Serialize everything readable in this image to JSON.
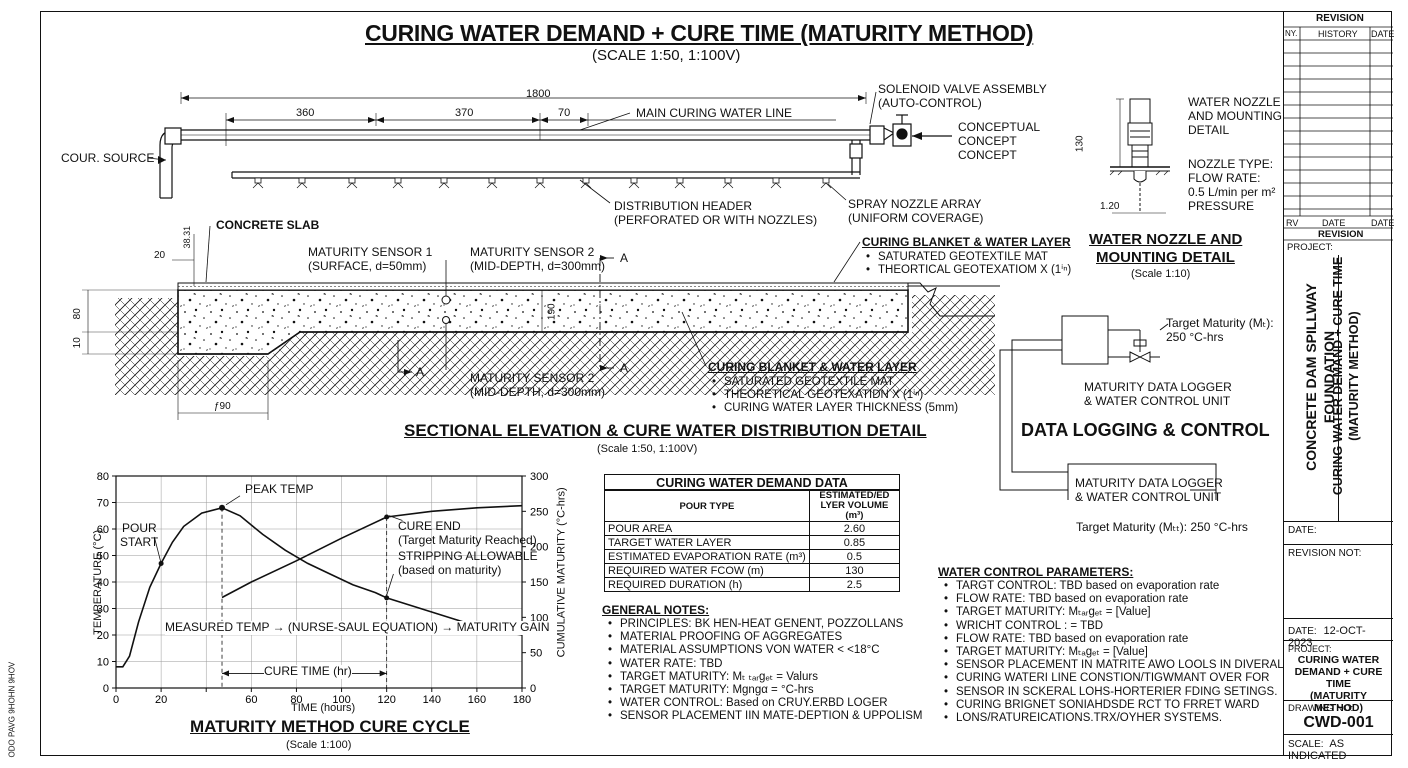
{
  "header": {
    "title": "CURING WATER DEMAND + CURE TIME (MATURITY METHOD)",
    "scale": "(SCALE 1:50, 1:100V)"
  },
  "plumbing": {
    "source": "COUR. SOURCE",
    "dims": {
      "total": "1800",
      "d1": "360",
      "d2": "370",
      "d3": "70"
    },
    "main_line": "MAIN CURING WATER LINE",
    "solenoid": [
      "SOLENOID VALVE ASSEMBLY",
      "(AUTO-CONTROL)"
    ],
    "conceptual": [
      "CONCEPTUAL",
      "CONCEPT",
      "CONCEPT"
    ],
    "header_label": [
      "DISTRIBUTION HEADER",
      "(PERFORATED OR WITH NOZZLES)"
    ],
    "spray": [
      "SPRAY NOZZLE ARRAY",
      "(UNIFORM COVERAGE)"
    ]
  },
  "nozzle": {
    "dim_h": "130",
    "dim_w": "1.20",
    "label": [
      "WATER NOZZLE",
      "AND MOUNTING",
      "DETAIL"
    ],
    "type": [
      "NOZZLE TYPE:",
      "FLOW RATE:",
      "0.5 L/min per m²",
      "PRESSURE"
    ],
    "title": [
      "WATER NOZZLE AND",
      "MOUNTING DETAIL"
    ],
    "scale": "(Scale 1:10)"
  },
  "section": {
    "slab": "CONCRETE SLAB",
    "dim_top": "38.31",
    "dim_20": "20",
    "dim_80": "80",
    "dim_10": "10",
    "dim_190": "190",
    "dim_bottom": "ƒ90",
    "sensor1": [
      "MATURITY SENSOR 1",
      "(SURFACE, d=50mm)"
    ],
    "sensor2": [
      "MATURITY SENSOR 2",
      "(MID-DEPTH, d=300mm)"
    ],
    "sensor2b": [
      "MATURITY SENSOR 2",
      "(MID-DEPTH, d=300mm)"
    ],
    "cut_a": "A",
    "blanket_top": {
      "title": "CURING BLANKET & WATER LAYER",
      "items": [
        "SATURATED GEOTEXTILE MAT",
        "THEORTICAL GEOTEXATIOM X (1ⁱⁿ)"
      ]
    },
    "blanket_bottom": {
      "title": "CURING BLANKET & WATER LAYER",
      "items": [
        "SATURATED GEOTEXTILE MAT",
        "THEORETICAL GEOTEXATIDN X (1ⁱⁿ)",
        "CURING WATER LAYER THICKNESS (5mm)"
      ]
    },
    "title": "SECTIONAL ELEVATION & CURE WATER DISTRIBUTION DETAIL",
    "scale": "(Scale 1:50, 1:100V)"
  },
  "control": {
    "target1": [
      "Target Maturity (Mₜ):",
      "250 °C-hrs"
    ],
    "logger1": [
      "MATURITY DATA LOGGER",
      "& WATER CONTROL UNIT"
    ],
    "title": "DATA LOGGING & CONTROL",
    "logger2": [
      "MATURITY DATA LOGGER",
      "& WATER CONTROL UNIT"
    ],
    "target2": "Target Maturity (Mₜₜ): 250 °C-hrs"
  },
  "chart_data": {
    "type": "line",
    "title": "MATURITY METHOD CURE CYCLE",
    "subtitle": "(Scale 1:100)",
    "xlabel": "TIME (hours)",
    "ylabel": "TEMPERATURE (°C)",
    "y2label": "CUMULATIVE MATURITY (°C-hrs)",
    "xlim": [
      0,
      180
    ],
    "ylim": [
      0,
      80
    ],
    "y2lim": [
      0,
      300
    ],
    "xticks": [
      0,
      20,
      60,
      80,
      100,
      120,
      160,
      180
    ],
    "xtick_positions": [
      0,
      20,
      40,
      60,
      80,
      100,
      120,
      140,
      160,
      180
    ],
    "xtick_labels": [
      "0",
      "20",
      "",
      "60",
      "80",
      "100",
      "120",
      "140",
      "160",
      "180"
    ],
    "yticks": [
      0,
      10,
      20,
      30,
      40,
      50,
      60,
      70,
      80
    ],
    "y2ticks": [
      0,
      50,
      100,
      150,
      200,
      250,
      300
    ],
    "grid": true,
    "series": [
      {
        "axis": "left",
        "points": [
          [
            0,
            8
          ],
          [
            3,
            8
          ],
          [
            6,
            12
          ],
          [
            10,
            25
          ],
          [
            15,
            38
          ],
          [
            20,
            47
          ],
          [
            25,
            55
          ],
          [
            30,
            61
          ],
          [
            38,
            66
          ],
          [
            47,
            68
          ],
          [
            55,
            65
          ],
          [
            65,
            58
          ],
          [
            75,
            52
          ],
          [
            85,
            47
          ],
          [
            95,
            43
          ],
          [
            105,
            39
          ],
          [
            115,
            36
          ],
          [
            120,
            34
          ],
          [
            135,
            30
          ],
          [
            150,
            26
          ],
          [
            165,
            22
          ],
          [
            180,
            20
          ]
        ]
      },
      {
        "axis": "right",
        "points": [
          [
            47,
            128
          ],
          [
            60,
            150
          ],
          [
            80,
            180
          ],
          [
            100,
            212
          ],
          [
            120,
            242
          ],
          [
            140,
            250
          ],
          [
            160,
            255
          ],
          [
            180,
            258
          ]
        ]
      }
    ],
    "annotations": {
      "peak": "PEAK TEMP",
      "pour": [
        "POUR",
        "START"
      ],
      "cure_end": [
        "CURE END",
        "(Target Maturity Reached)"
      ],
      "stripping": [
        "STRIPPING ALLOWABLE",
        "(based on maturity)"
      ],
      "measured": "MEASURED TEMP → (NURSE-SAUL EQUATION) → MATURITY GAIN",
      "cure_time": "CURE TIME (hr)"
    }
  },
  "table": {
    "title": "CURING WATER DEMAND DATA",
    "headers": [
      "POUR TYPE",
      "ESTIMATED/ED LYER VOLUME (m³)"
    ],
    "rows": [
      [
        "POUR AREA",
        "2.60"
      ],
      [
        "TARGET WATER LAYER",
        "0.85"
      ],
      [
        "ESTIMATED EVAPORATION RATE (m³)",
        "0.5"
      ],
      [
        "REQUIRED WATER FCOW (m)",
        "130"
      ],
      [
        "REQUIRED DURATION (h)",
        "2.5"
      ]
    ]
  },
  "general_notes": {
    "title": "GENERAL NOTES:",
    "items": [
      "PRINCIPLES: BK HEN-HEAT GENENT, POZZOLLANS",
      "MATERIAL PROOFING OF AGGREGATES",
      "MATERIAL ASSUMPTIONS VON WATER < <18°C",
      "WATER RATE: TBD",
      "TARGET MATURITY: Mₜ ₜₐᵣgₑₜ = Valurs",
      "TARGET MATURITY: Mgngα = °C-hrs",
      "WATER CONTROL: Based on CRUY.ERBD LOGER",
      "SENSOR PLACEMENT IIN MATE-DEPTION & UPPOLISM"
    ]
  },
  "water_control": {
    "title": "WATER CONTROL PARAMETERS:",
    "items": [
      "TARGT CONTROL: TBD based on evaporation rate",
      "FLOW RATE: TBD based on evaporation rate",
      "TARGET MATURITY: Mₜₐᵣgₑₜ = [Value]",
      "WRICHT CONTROL : = TBD",
      "FLOW RATE: TBD based on evaporation rate",
      "TARGET MATURITY: Mₜₐgₑₜ = [Value]",
      "SENSOR PLACEMENT IN MATRITE AWO LOOLS IN DIVERAL",
      "CURING WATERI LINE CONSTION/TIGWMANT OVER FOR",
      "SENSOR IN SCKERAL LOHS-HORTERIER FDING SETINGS.",
      "CURING BRIGNET SONIAHDSDE RCT TO FRRET WARD",
      "LONS/RATUREICATIONS.TRX/OYHER SYSTEMS."
    ]
  },
  "title_block": {
    "revision": "REVISION",
    "cols": [
      "NY.",
      "HISTORY",
      "DATE"
    ],
    "rv": "RV",
    "date_col": "DATE",
    "date_col2": "DATE",
    "revision2": "REVISION",
    "project_lbl": "PROJECT:",
    "project": [
      "CONCRETE DAM SPILLWAY",
      "FOUNDATION"
    ],
    "drawing_title": [
      "CURING WATER DEMAND + CURE TIME",
      "(MATURITY METHOD)"
    ],
    "date_lbl": "DATE:",
    "rev_note": "REVISION NOT:",
    "date2_lbl": "DATE:",
    "date2": "12-OCT-2023",
    "project2_lbl": "PROJECT:",
    "project2": [
      "CURING WATER",
      "DEMAND + CURE TIME",
      "(MATURITY METHOD)"
    ],
    "dwg_lbl": "DRAWING NO:",
    "dwg": "CWD-001",
    "scale_lbl": "SCALE:",
    "scale": "AS INDICATED"
  },
  "margin_note": "ODO PAVG 9HOHN 9HOV"
}
